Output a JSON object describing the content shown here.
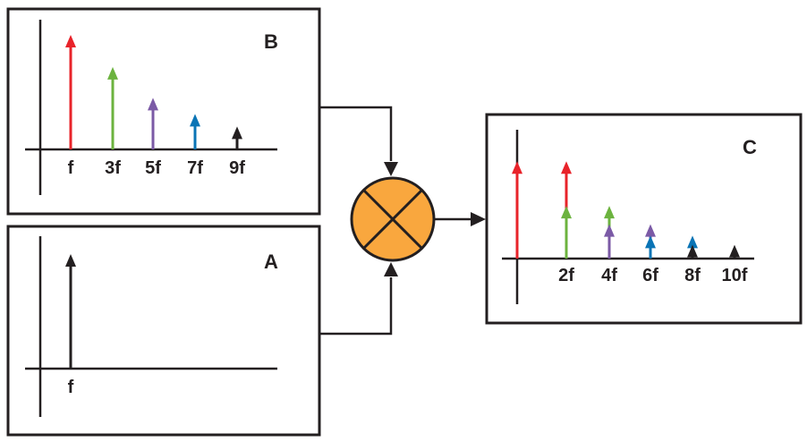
{
  "panels": {
    "A": {
      "letter": "A",
      "ticks": [
        "f"
      ],
      "stems": [
        {
          "label_index": 0,
          "magnitude": 1.0,
          "color": "#231f20"
        }
      ]
    },
    "B": {
      "letter": "B",
      "ticks": [
        "f",
        "3f",
        "5f",
        "7f",
        "9f"
      ],
      "stems": [
        {
          "label_index": 0,
          "magnitude": 1.0,
          "color": "#e8232a"
        },
        {
          "label_index": 1,
          "magnitude": 0.72,
          "color": "#6cb33f"
        },
        {
          "label_index": 2,
          "magnitude": 0.45,
          "color": "#7b5aa6"
        },
        {
          "label_index": 3,
          "magnitude": 0.31,
          "color": "#0a74b5"
        },
        {
          "label_index": 4,
          "magnitude": 0.2,
          "color": "#231f20"
        }
      ]
    },
    "C": {
      "letter": "C",
      "ticks": [
        "2f",
        "4f",
        "6f",
        "8f",
        "10f"
      ],
      "stems": [
        {
          "slot": 0,
          "magnitude": 0.85,
          "color": "#e8232a"
        },
        {
          "slot": 1,
          "magnitude": 0.85,
          "color": "#e8232a"
        },
        {
          "slot": 1,
          "magnitude": 0.46,
          "color": "#6cb33f"
        },
        {
          "slot": 2,
          "magnitude": 0.46,
          "color": "#6cb33f"
        },
        {
          "slot": 2,
          "magnitude": 0.3,
          "color": "#7b5aa6"
        },
        {
          "slot": 3,
          "magnitude": 0.3,
          "color": "#7b5aa6"
        },
        {
          "slot": 3,
          "magnitude": 0.2,
          "color": "#0a74b5"
        },
        {
          "slot": 4,
          "magnitude": 0.2,
          "color": "#0a74b5"
        },
        {
          "slot": 4,
          "magnitude": 0.12,
          "color": "#231f20"
        },
        {
          "slot": 5,
          "magnitude": 0.12,
          "color": "#231f20"
        }
      ]
    }
  },
  "mixer": {
    "symbol": "multiplier-x-icon",
    "fill_color": "#f9a73e"
  }
}
